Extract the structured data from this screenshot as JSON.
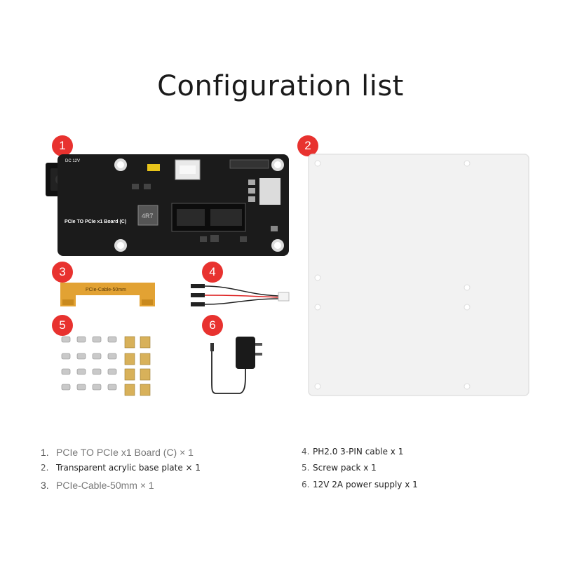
{
  "title": "Configuration list",
  "badges": [
    "1",
    "2",
    "3",
    "4",
    "5",
    "6"
  ],
  "board": {
    "dc_label": "DC 12V",
    "name": "PCIe TO PCIe x1 Board (C)",
    "inductor": "4R7"
  },
  "cable_label": "PCIe-Cable-50mm",
  "items": [
    {
      "num": "1.",
      "text": "PCIe TO PCIe x1 Board (C) × 1"
    },
    {
      "num": "2.",
      "text": "Transparent acrylic base plate × 1"
    },
    {
      "num": "3.",
      "text": "PCIe-Cable-50mm × 1"
    },
    {
      "num": "4.",
      "text": "PH2.0 3-PIN cable x 1"
    },
    {
      "num": "5.",
      "text": "Screw pack x 1"
    },
    {
      "num": "6.",
      "text": "12V 2A power supply x 1"
    }
  ],
  "colors": {
    "badge": "#e8322f",
    "board": "#1b1b1b",
    "flex": "#e2a233"
  }
}
